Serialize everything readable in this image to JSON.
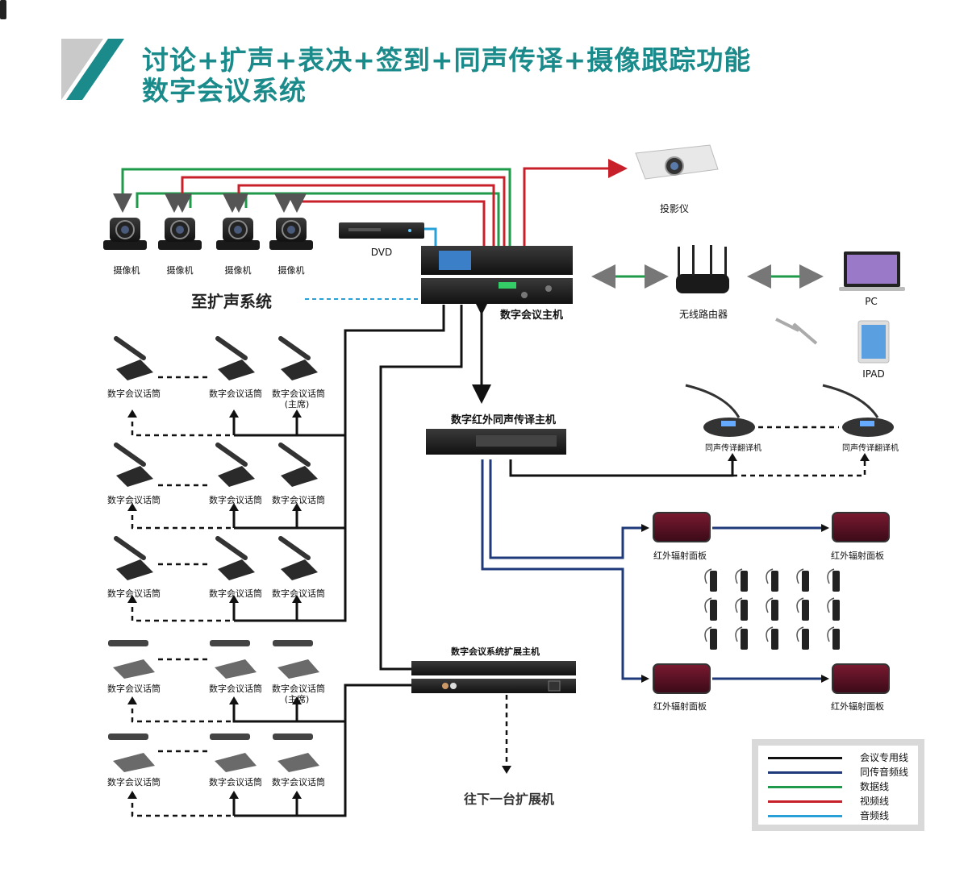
{
  "header": {
    "title_line1": "讨论+扩声+表决+签到+同声传译+摄像跟踪功能",
    "title_line2": "数字会议系统"
  },
  "devices": {
    "camera_label": "摄像机",
    "dvd_label": "DVD",
    "projector_label": "投影仪",
    "router_label": "无线路由器",
    "pc_label": "PC",
    "ipad_label": "IPAD",
    "host_label": "数字会议主机",
    "pa_label": "至扩声系统",
    "ir_host_label": "数字红外同声传译主机",
    "translator_label": "同声传译翻译机",
    "ir_panel_label": "红外辐射面板",
    "ext_host_label": "数字会议系统扩展主机",
    "next_ext_label": "往下一台扩展机",
    "mic_label": "数字会议话筒",
    "mic_chair_label": "(主席)"
  },
  "legend": {
    "items": [
      {
        "label": "会议专用线",
        "color": "#111111"
      },
      {
        "label": "同传音频线",
        "color": "#1f3a7a"
      },
      {
        "label": "数据线",
        "color": "#1e9a4a"
      },
      {
        "label": "视频线",
        "color": "#c8202a"
      },
      {
        "label": "音频线",
        "color": "#2aa0d8"
      }
    ]
  },
  "colors": {
    "accent": "#1a8a8a",
    "meeting_line": "#111111",
    "interp_line": "#1f3a7a",
    "data_line": "#1e9a4a",
    "video_line": "#c8202a",
    "audio_line": "#2aa0d8"
  }
}
